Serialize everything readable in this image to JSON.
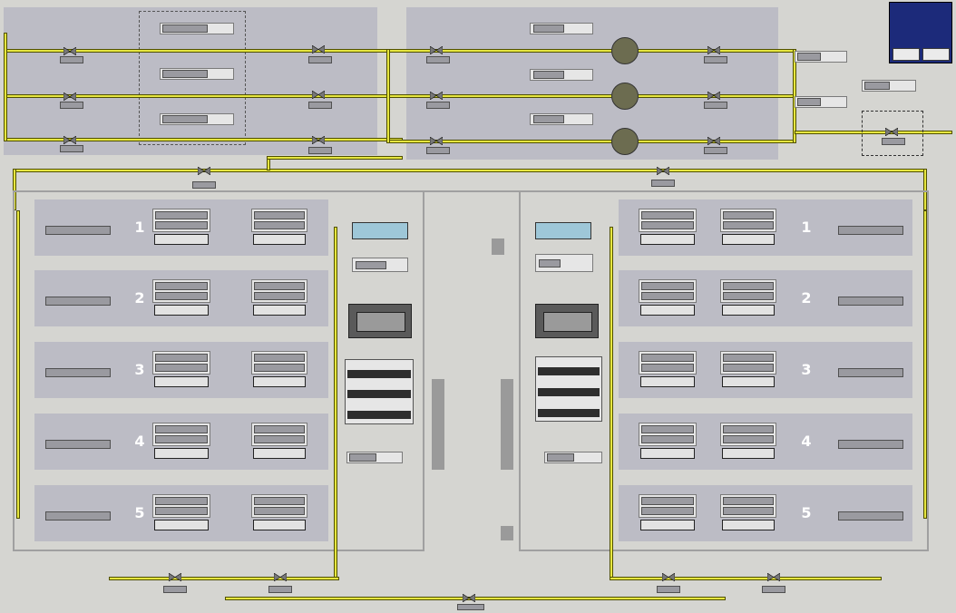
{
  "panels": {
    "gas_metering": "",
    "gas_filtration": "",
    "hall1": "",
    "hall2": ""
  },
  "control": {
    "title": "",
    "on": "",
    "off": ""
  },
  "meters": [
    {
      "tag": "",
      "unit": ""
    },
    {
      "tag": "",
      "unit": ""
    },
    {
      "tag": "",
      "unit": ""
    }
  ],
  "valves_left": [
    "",
    "",
    ""
  ],
  "valves_mid": [
    "",
    "",
    ""
  ],
  "valves_filter_in": [
    "",
    "",
    ""
  ],
  "valves_filter_out": [
    "",
    "",
    ""
  ],
  "filter_meters": [
    {
      "tag": "",
      "unit": ""
    },
    {
      "tag": "",
      "unit": ""
    },
    {
      "tag": "",
      "unit": ""
    }
  ],
  "right_sensors": [
    {
      "tag": "",
      "unit": ""
    },
    {
      "tag": "",
      "unit": ""
    },
    {
      "tag": "",
      "unit": ""
    }
  ],
  "ekv01": "",
  "ekg31": "",
  "ekg32": "",
  "hall1": {
    "label": "",
    "sim_tag": "",
    "sim_label": "",
    "fan_tag": "",
    "fan_unit": "",
    "timer_label": "",
    "prot_tag": "",
    "prot": [
      {
        "label": "",
        "state": ""
      },
      {
        "label": "",
        "state": ""
      },
      {
        "label": "",
        "state": ""
      }
    ],
    "ct_tag": "",
    "ct_unit": ""
  },
  "hall2": {
    "label": "",
    "sim_tag": "",
    "sim_label": "",
    "fan_tag": "",
    "fan_unit": "",
    "timer_label": "",
    "prot_tag": "",
    "prot": [
      {
        "label": "",
        "state": ""
      },
      {
        "label": "",
        "state": ""
      },
      {
        "label": "",
        "state": ""
      }
    ],
    "ct_tag": "",
    "ct_unit": ""
  },
  "boilers_left": [
    {
      "num": "1",
      "tag": "",
      "v1": "",
      "v2": "",
      "unit": "",
      "stop": ""
    },
    {
      "num": "2",
      "tag": "",
      "v1": "",
      "v2": "",
      "unit": "",
      "stop": ""
    },
    {
      "num": "3",
      "tag": "",
      "v1": "",
      "v2": "",
      "unit": "",
      "stop": ""
    },
    {
      "num": "4",
      "tag": "",
      "v1": "",
      "v2": "",
      "unit": "",
      "stop": ""
    },
    {
      "num": "5",
      "tag": "",
      "v1": "",
      "v2": "",
      "unit": "",
      "stop": ""
    }
  ],
  "boilers_right": [
    {
      "num": "1",
      "tag": "",
      "v1": "",
      "v2": "",
      "unit": "",
      "stop": ""
    },
    {
      "num": "2",
      "tag": "",
      "v1": "",
      "v2": "",
      "unit": "",
      "stop": ""
    },
    {
      "num": "3",
      "tag": "",
      "v1": "",
      "v2": "",
      "unit": "",
      "stop": ""
    },
    {
      "num": "4",
      "tag": "",
      "v1": "",
      "v2": "",
      "unit": "",
      "stop": ""
    },
    {
      "num": "5",
      "tag": "",
      "v1": "",
      "v2": "",
      "unit": "",
      "stop": ""
    }
  ],
  "bottom_valves": {
    "ekg71_1": "",
    "ekf61": "",
    "ekg71_2": "",
    "ekf62": "",
    "ekg72": ""
  },
  "footer": {
    "left1": "",
    "left2": "",
    "right1": "",
    "right2": ""
  },
  "colors": {
    "pipe": "#e6e640",
    "panel": "#bcbcc5",
    "background": "#d5d5d1",
    "title_text": "#ffffff",
    "display_blue": "#9ec7d8"
  }
}
